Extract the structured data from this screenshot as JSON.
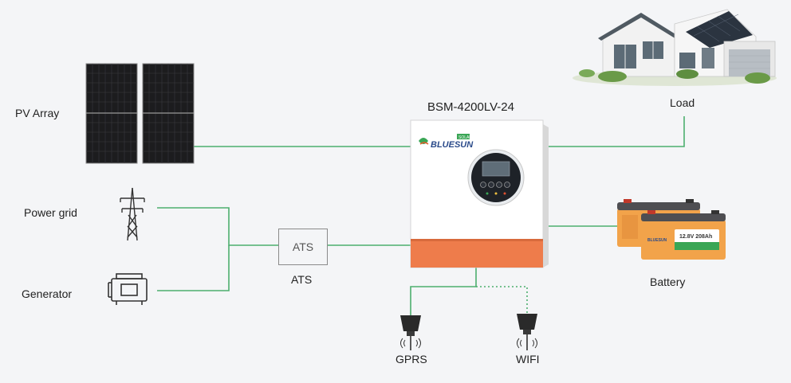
{
  "labels": {
    "pv_array": "PV Array",
    "power_grid": "Power grid",
    "generator": "Generator",
    "inverter_model": "BSM-4200LV-24",
    "load": "Load",
    "ats_box": "ATS",
    "ats": "ATS",
    "battery": "Battery",
    "gprs": "GPRS",
    "wifi": "WIFI"
  },
  "inverter": {
    "brand": "BLUESUN",
    "brand_sub": "SOLAR"
  },
  "battery_unit": {
    "spec": "12.8V 208Ah",
    "brand": "BLUESUN"
  },
  "colors": {
    "line": "#4caf6e",
    "inverter_orange": "#ee7c4b",
    "panel": "#1c1c1e",
    "battery_orange": "#f2a34a"
  }
}
